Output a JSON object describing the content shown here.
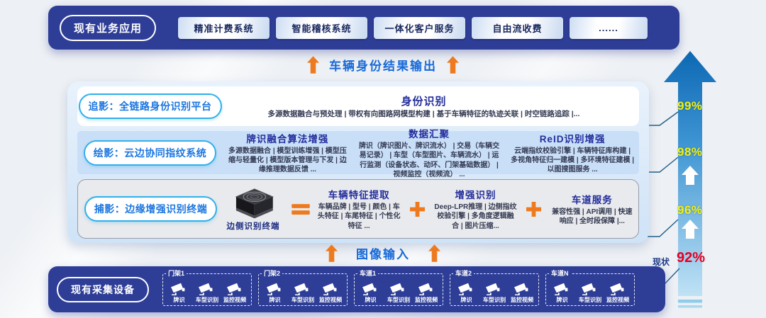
{
  "top_banner": {
    "label": "现有业务应用",
    "buttons": [
      "精准计费系统",
      "智能稽核系统",
      "一体化客户服务",
      "自由流收费",
      "......"
    ]
  },
  "flow_output_label": "车辆身份结果输出",
  "flow_input_label": "图像输入",
  "platform": {
    "row1": {
      "pill": "追影：全链路身份识别平台",
      "title": "身份识别",
      "desc": "多源数据融合与预处理 | 带权有向图路网模型构建 | 基于车辆特征的轨迹关联 | 时空链路追踪 |..."
    },
    "row2": {
      "pill": "绘影：云边协同指纹系统",
      "cols": [
        {
          "title": "牌识融合算法增强",
          "desc": "多源数据融合 | 模型训练增强 | 模型压缩与轻量化 | 模型版本管理与下发 | 边缘推理数据反馈 ..."
        },
        {
          "title": "数据汇聚",
          "desc": "牌识（牌识图片、牌识流水） | 交易（车辆交易记录） | 车型（车型图片、车辆流水） | 运行监测（设备状态、动环、门架基础数据） | 视频监控（视频流） ..."
        },
        {
          "title": "ReID识别增强",
          "desc": "云端指纹校验引擎 | 车辆特征库构建 | 多视角特征归一建模 | 多环境特征建模 | 以图搜图服务 ..."
        }
      ]
    },
    "row3": {
      "pill": "捕影：边缘增强识别终端",
      "device_label": "边侧识别终端",
      "cols": [
        {
          "title": "车辆特征提取",
          "desc": "车辆品牌 | 型号 | 颜色 | 车头特征 | 车尾特征 | 个性化特征 ..."
        },
        {
          "title": "增强识别",
          "desc": "Deep-LPR推理 | 边侧指纹校验引擎 | 多角度逻辑融合 | 图片压缩..."
        },
        {
          "title": "车道服务",
          "desc": "兼容性强 | API调用 | 快速响应 | 全时段保障 |..."
        }
      ]
    }
  },
  "bottom_banner": {
    "label": "现有采集设备",
    "groups": [
      "门架1",
      "门架2",
      "车道1",
      "车道2",
      "车道N"
    ],
    "camera_types": [
      "牌识",
      "车型识别",
      "监控视频"
    ]
  },
  "accuracy": {
    "levels": [
      "99%",
      "98%",
      "96%"
    ],
    "current_label": "现状",
    "current_value": "92%"
  },
  "colors": {
    "banner_blue": "#2e3d96",
    "pill_border_cyan": "#31b0e9",
    "title_indigo": "#232d9b",
    "flow_blue": "#1769d8",
    "orange": "#ee7a1f",
    "level_yellow": "#f2f20e",
    "current_red": "#e8001f",
    "arrow_gradient_top": "#0d68b4",
    "arrow_gradient_bottom": "#bfe2f5"
  }
}
